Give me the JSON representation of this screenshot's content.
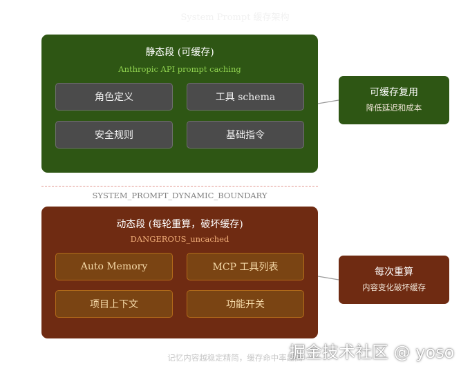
{
  "diagram": {
    "title": "System Prompt 缓存架构",
    "static_section": {
      "title": "静态段 (可缓存)",
      "subtitle": "Anthropic API prompt caching",
      "items": [
        "角色定义",
        "工具 schema",
        "安全规则",
        "基础指令"
      ]
    },
    "static_note": {
      "title": "可缓存复用",
      "subtitle": "降低延迟和成本"
    },
    "boundary_label": "SYSTEM_PROMPT_DYNAMIC_BOUNDARY",
    "dynamic_section": {
      "title": "动态段 (每轮重算，破坏缓存)",
      "subtitle": "DANGEROUS_uncached",
      "items": [
        "Auto Memory",
        "MCP 工具列表",
        "项目上下文",
        "功能开关"
      ]
    },
    "dynamic_note": {
      "title": "每次重算",
      "subtitle": "内容变化破坏缓存"
    },
    "footer": "记忆内容越稳定精简，缓存命中率越高",
    "watermark": "掘金技术社区 @ yoso"
  },
  "colors": {
    "static_green": "#2e5614",
    "dynamic_brown": "#6f2b12",
    "static_subtitle": "#8fd14f",
    "dynamic_subtitle": "#f3b07a",
    "boundary_dash": "#e0948c"
  }
}
